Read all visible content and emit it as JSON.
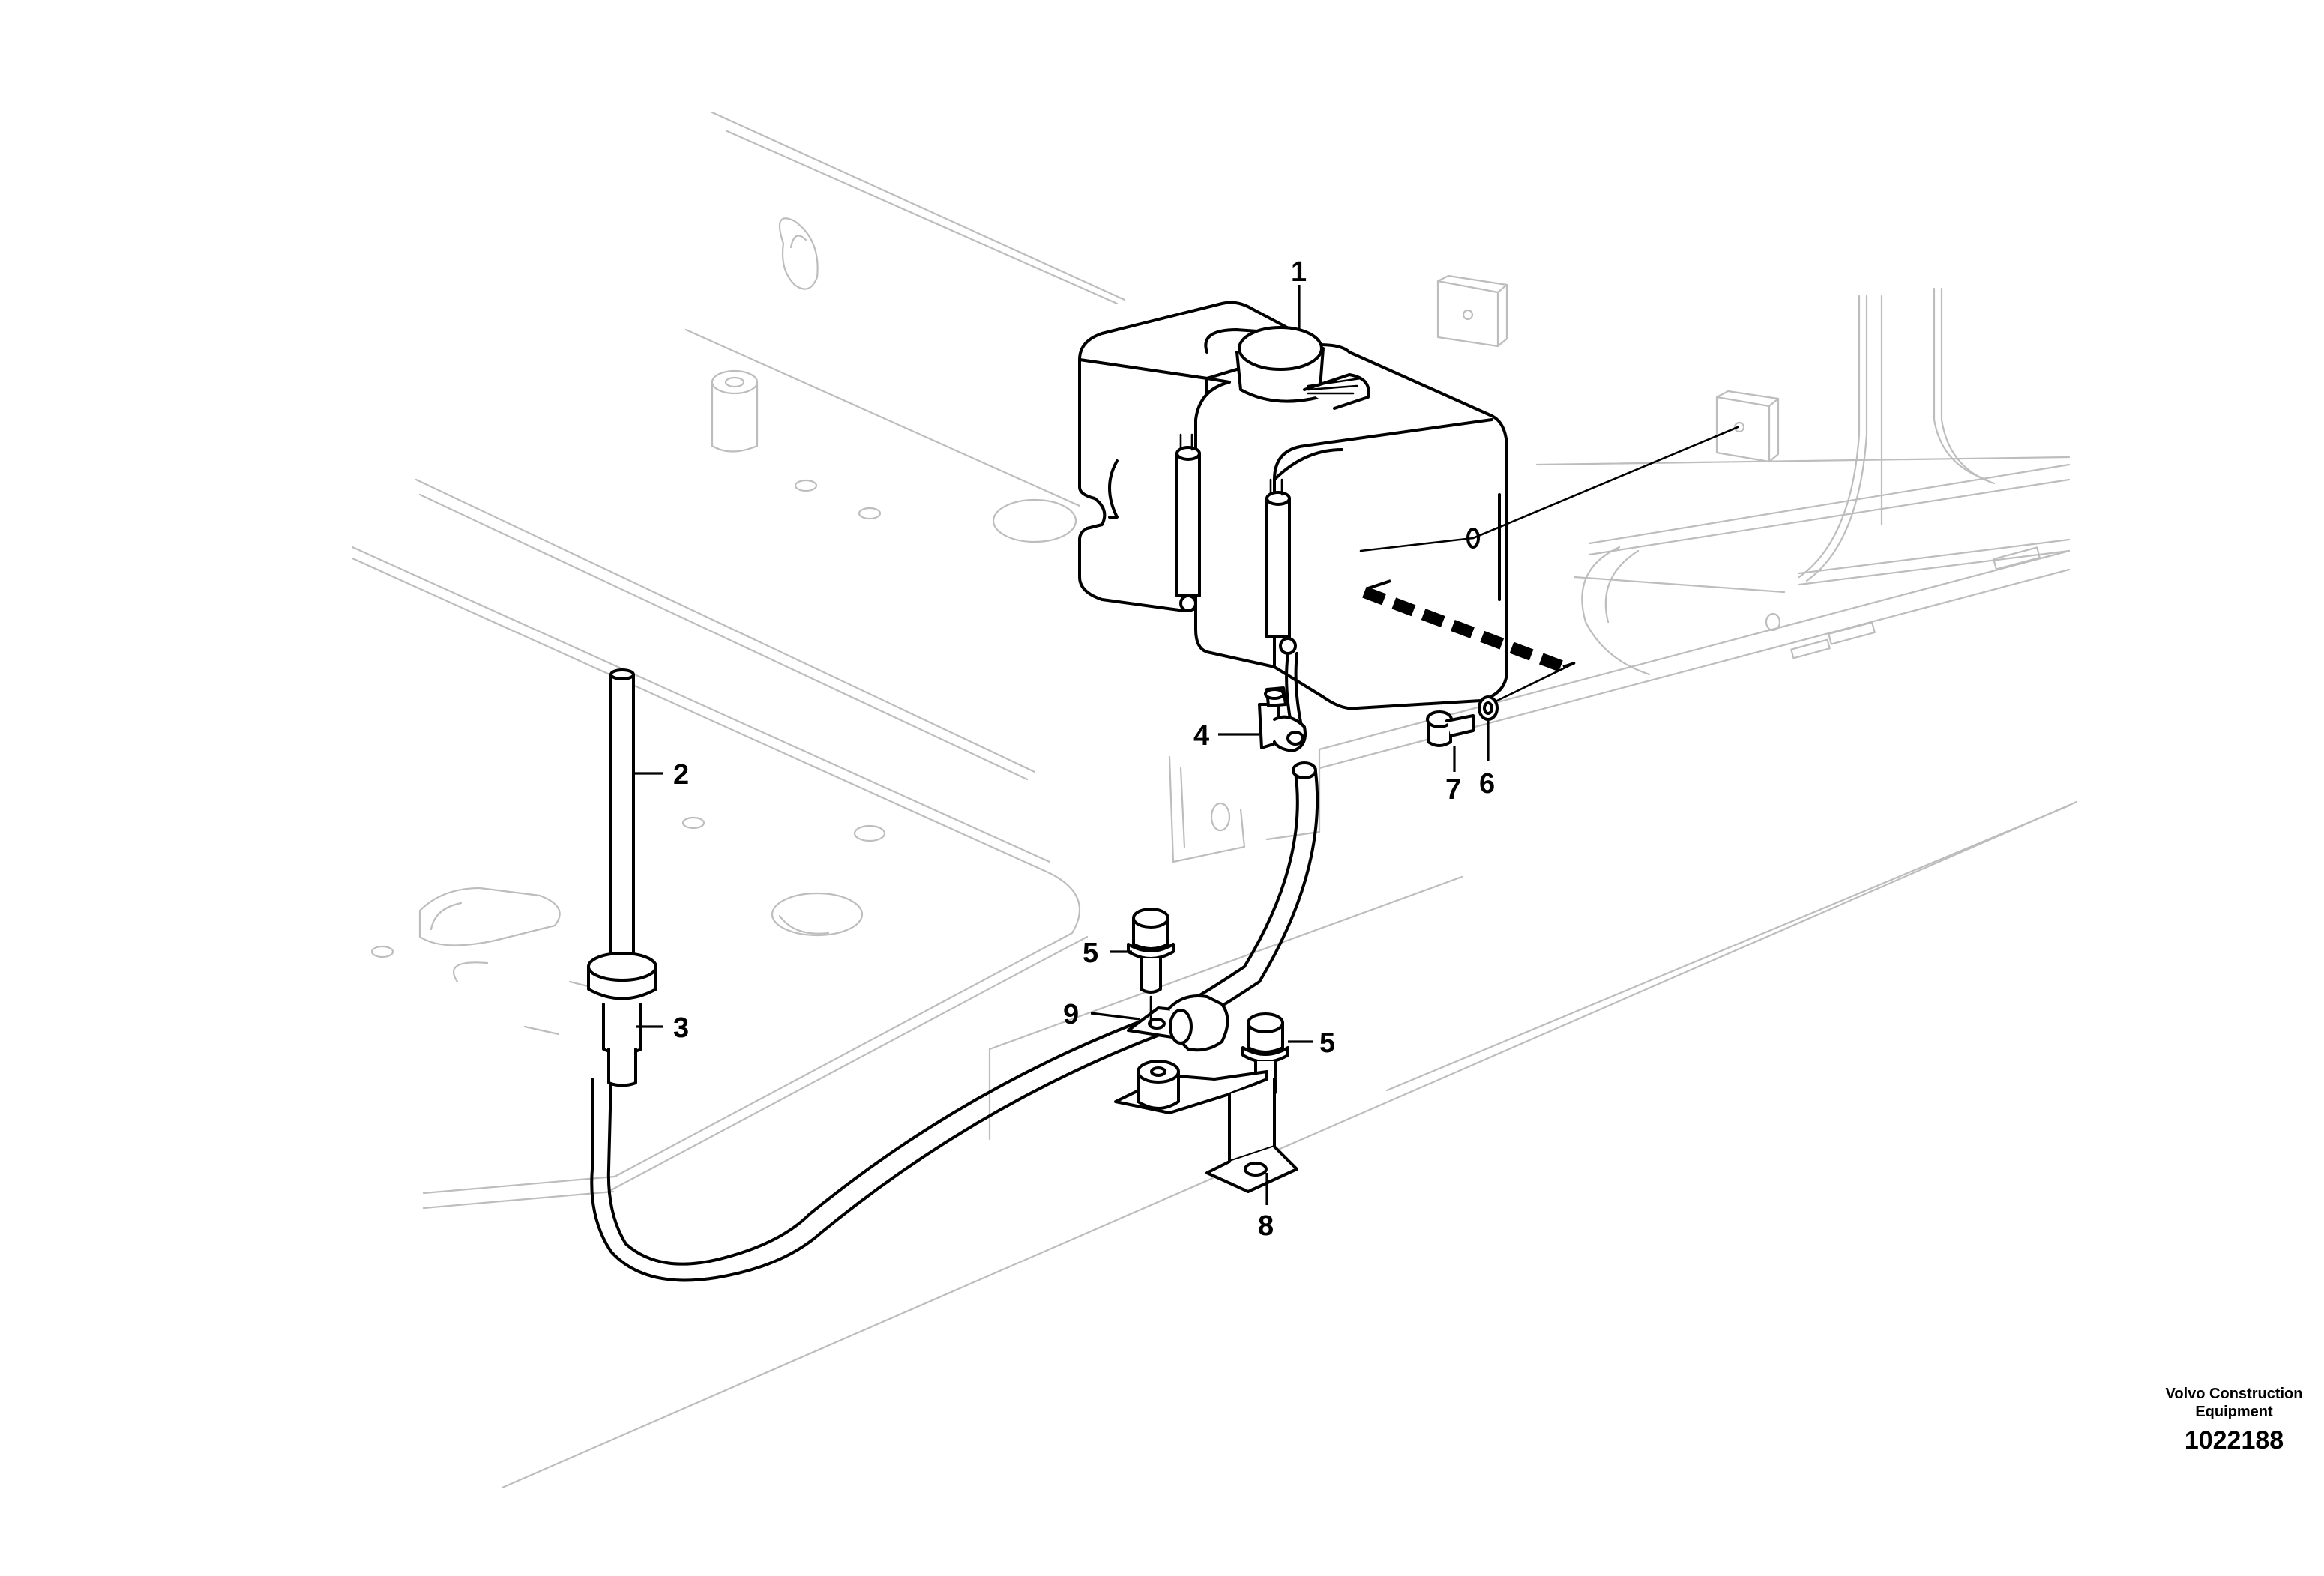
{
  "callouts": [
    {
      "id": "1",
      "label": "1"
    },
    {
      "id": "2",
      "label": "2"
    },
    {
      "id": "3",
      "label": "3"
    },
    {
      "id": "4",
      "label": "4"
    },
    {
      "id": "5a",
      "label": "5"
    },
    {
      "id": "5b",
      "label": "5"
    },
    {
      "id": "6",
      "label": "6"
    },
    {
      "id": "7",
      "label": "7"
    },
    {
      "id": "8",
      "label": "8"
    },
    {
      "id": "9",
      "label": "9"
    }
  ],
  "footer": {
    "company_line1": "Volvo Construction",
    "company_line2": "Equipment",
    "drawing_number": "1022188"
  }
}
